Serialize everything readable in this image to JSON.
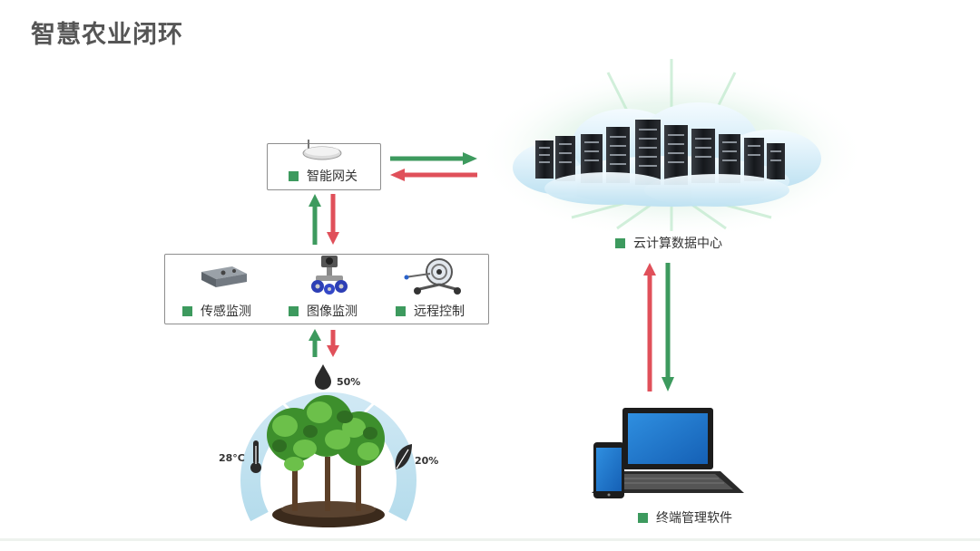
{
  "page": {
    "title": "智慧农业闭环"
  },
  "nodes": {
    "gateway": "智能网关",
    "sensor": "传感监测",
    "image": "图像监测",
    "remote": "远程控制",
    "cloud": "云计算数据中心",
    "terminal": "终端管理软件"
  },
  "readings": {
    "humidity": "50%",
    "temperature": "28°C",
    "leaf": "20%"
  },
  "colors": {
    "up_arrow": "#3d9a5e",
    "down_arrow": "#e0505a",
    "accent_square": "#3d9a5e"
  }
}
